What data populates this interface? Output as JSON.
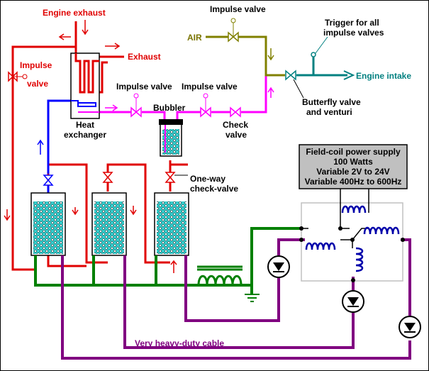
{
  "labels": {
    "engine_exhaust": "Engine exhaust",
    "impulse_valve_left_1": "Impulse",
    "impulse_valve_left_2": "valve",
    "exhaust": "Exhaust",
    "heat_exchanger_1": "Heat",
    "heat_exchanger_2": "exchanger",
    "impulse_valve_mid1": "Impulse valve",
    "impulse_valve_mid2": "Impulse valve",
    "impulse_valve_top": "Impulse valve",
    "bubbler": "Bubbler",
    "check_valve_1": "Check",
    "check_valve_2": "valve",
    "air": "AIR",
    "trigger_1": "Trigger for all",
    "trigger_2": "impulse valves",
    "engine_intake": "Engine intake",
    "butterfly_1": "Butterfly valve",
    "butterfly_2": "and venturi",
    "one_way_1": "One-way",
    "one_way_2": "check-valve",
    "cable": "Very heavy-duty cable"
  },
  "power_supply": {
    "line1": "Field-coil power supply",
    "line2": "100 Watts",
    "line3": "Variable 2V to 24V",
    "line4": "Variable 400Hz to 600Hz"
  },
  "colors": {
    "exhaust_pipe": "#e00000",
    "gas_pipe": "#ff00ff",
    "water_pipe": "#0000ff",
    "air_pipe": "#808000",
    "intake_pipe": "#008080",
    "cable_green": "#008000",
    "cable_purple": "#800080",
    "cell_fill": "#33cccc",
    "psu_fill": "#c0c0c0"
  }
}
